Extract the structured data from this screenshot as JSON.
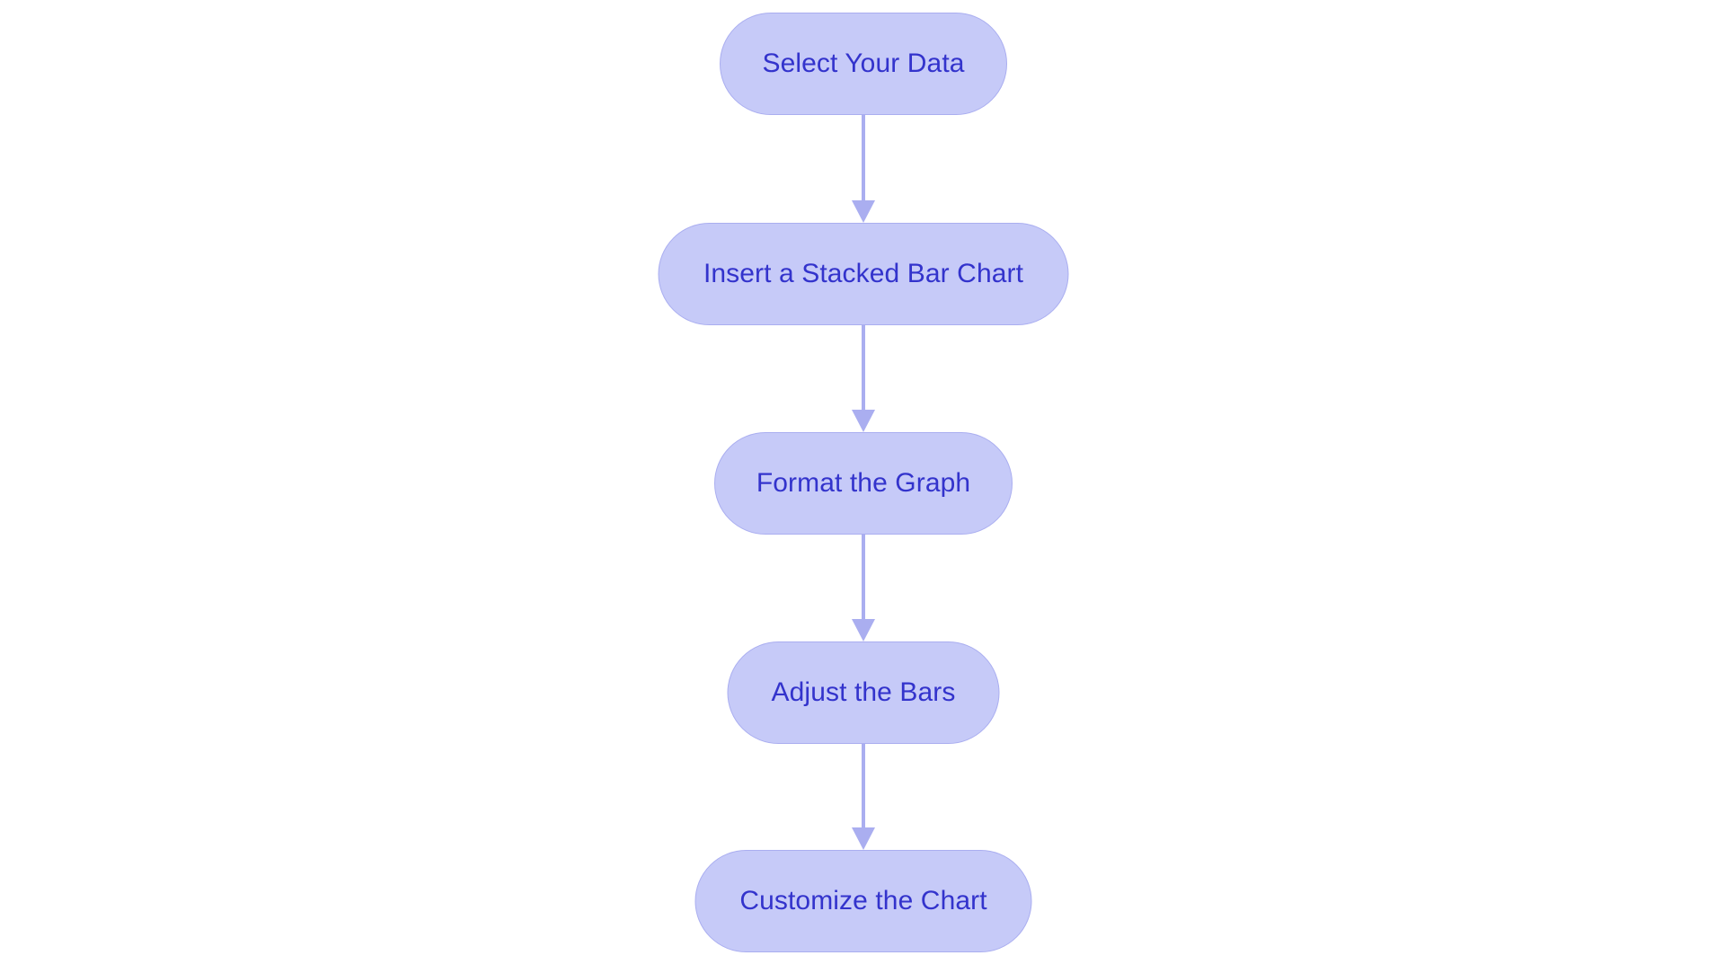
{
  "diagram": {
    "type": "flowchart",
    "orientation": "vertical-top-down",
    "background_color": "#ffffff",
    "node_fill_color": "#c6caf8",
    "node_border_color": "#aaaef0",
    "node_text_color": "#3333cc",
    "connector_color": "#aaaef0",
    "nodes": [
      {
        "id": "node-1",
        "label": "Select Your Data",
        "shape": "pill"
      },
      {
        "id": "node-2",
        "label": "Insert a Stacked Bar Chart",
        "shape": "pill"
      },
      {
        "id": "node-3",
        "label": "Format the Graph",
        "shape": "pill"
      },
      {
        "id": "node-4",
        "label": "Adjust the Bars",
        "shape": "pill"
      },
      {
        "id": "node-5",
        "label": "Customize the Chart",
        "shape": "pill"
      }
    ],
    "connectors": [
      {
        "id": "connector-1",
        "from": "node-1",
        "to": "node-2",
        "style": "arrow-down"
      },
      {
        "id": "connector-2",
        "from": "node-2",
        "to": "node-3",
        "style": "arrow-down"
      },
      {
        "id": "connector-3",
        "from": "node-3",
        "to": "node-4",
        "style": "arrow-down"
      },
      {
        "id": "connector-4",
        "from": "node-4",
        "to": "node-5",
        "style": "arrow-down"
      }
    ]
  }
}
